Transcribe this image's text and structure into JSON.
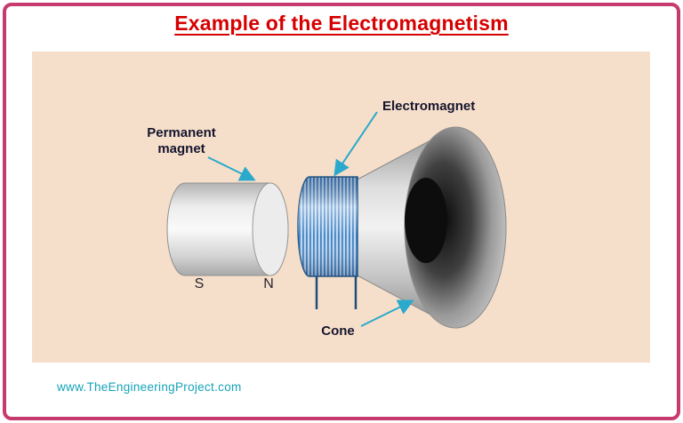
{
  "title": "Example of the Electromagnetism",
  "diagram": {
    "labels": {
      "permanent_magnet_line1": "Permanent",
      "permanent_magnet_line2": "magnet",
      "electromagnet": "Electromagnet",
      "cone": "Cone",
      "pole_south": "S",
      "pole_north": "N"
    },
    "colors": {
      "frame_border": "#c73a6e",
      "title_red": "#d60000",
      "panel_background": "#f6dfca",
      "arrow_teal": "#2aa9cc",
      "coil_blue": "#3f7fc1",
      "label_text": "#15152e",
      "footer_teal": "#15a3b8"
    }
  },
  "footer": {
    "website": "www.TheEngineeringProject.com"
  }
}
